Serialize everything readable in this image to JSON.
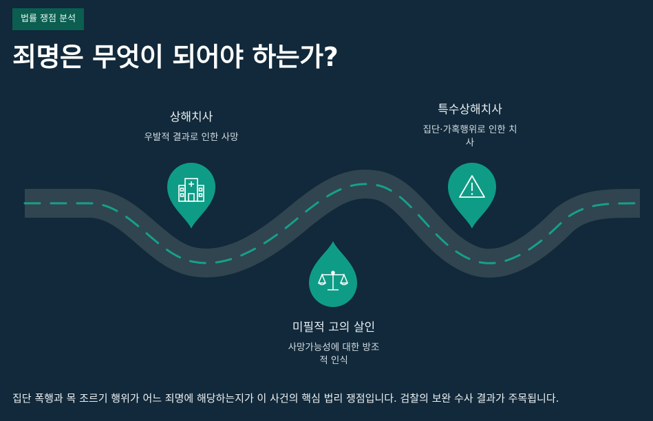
{
  "badge": "법률 쟁점 분석",
  "title": "죄명은 무엇이 되어야 하는가?",
  "colors": {
    "background": "#11293a",
    "road": "#30454f",
    "road_dash": "#16a08a",
    "pin": "#0f9c86",
    "badge": "#0b5e50"
  },
  "nodes": [
    {
      "title": "상해치사",
      "description": "우발적 결과로 인한 사망",
      "icon": "hospital-icon"
    },
    {
      "title": "미필적 고의 살인",
      "description": "사망가능성에 대한 방조\n적 인식",
      "icon": "scales-icon"
    },
    {
      "title": "특수상해치사",
      "description": "집단·가혹행위로 인한 치\n사",
      "icon": "warning-icon"
    }
  ],
  "footer": "집단 폭행과 목 조르기 행위가 어느 죄명에 해당하는지가 이 사건의 핵심 법리 쟁점입니다. 검찰의 보완 수사 결과가 주목됩니다."
}
